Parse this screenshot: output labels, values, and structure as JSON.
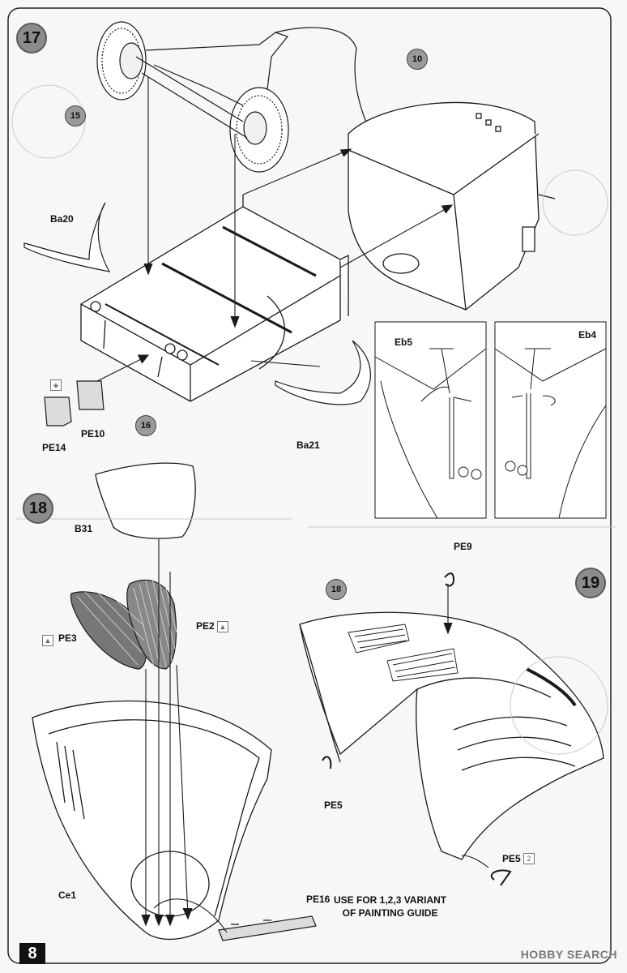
{
  "steps": {
    "s17": "17",
    "s18": "18",
    "s19": "19"
  },
  "part_badges": {
    "p15": "15",
    "p10": "10",
    "p16": "16",
    "p18": "18"
  },
  "labels": {
    "ba20": "Ba20",
    "ba21": "Ba21",
    "pe14": "PE14",
    "pe10": "PE10",
    "eb5": "Eb5",
    "eb4": "Eb4",
    "b31": "B31",
    "pe3": "PE3",
    "pe2": "PE2",
    "pe9": "PE9",
    "ce1": "Ce1",
    "pe16": "PE16",
    "pe5a": "PE5",
    "pe5b": "PE5"
  },
  "note": {
    "line1": "USE FOR 1,2,3 VARIANT",
    "line2": "OF PAINTING GUIDE"
  },
  "quantity": "2",
  "page_number": "8",
  "watermark": "HOBBY SEARCH",
  "icons": [
    "photo-etch-icon",
    "bend-photo-etch-icon",
    "quantity-icon"
  ],
  "colors": {
    "paper": "#f7f7f6",
    "line": "#1a1a1a",
    "badge": "#8c8c8c",
    "part_badge": "#9a9a9a"
  }
}
